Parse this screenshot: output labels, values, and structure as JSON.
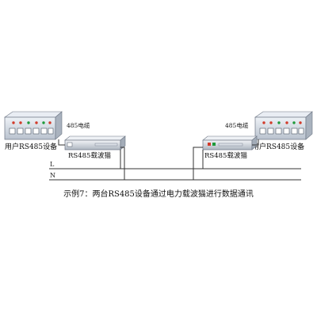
{
  "diagram": {
    "left_device_label": "用户RS485设备",
    "right_device_label": "用户RS485设备",
    "left_cable_label": "485电缆",
    "right_cable_label": "485电缆",
    "left_modem_label": "RS485载波猫",
    "right_modem_label": "RS485载波猫",
    "line_L_label": "L",
    "line_N_label": "N",
    "caption": "示例7：两台RS485设备通过电力载波猫进行数据通讯"
  },
  "colors": {
    "device_body": "#d8dfe9",
    "device_edge": "#6d7684",
    "modem_body": "#ccd3dc",
    "led_red": "#d23b2a",
    "led_green": "#1f9a3a",
    "wire": "#333333"
  },
  "icons": {
    "port": "rj45-port-icon",
    "led": "status-led-icon"
  }
}
